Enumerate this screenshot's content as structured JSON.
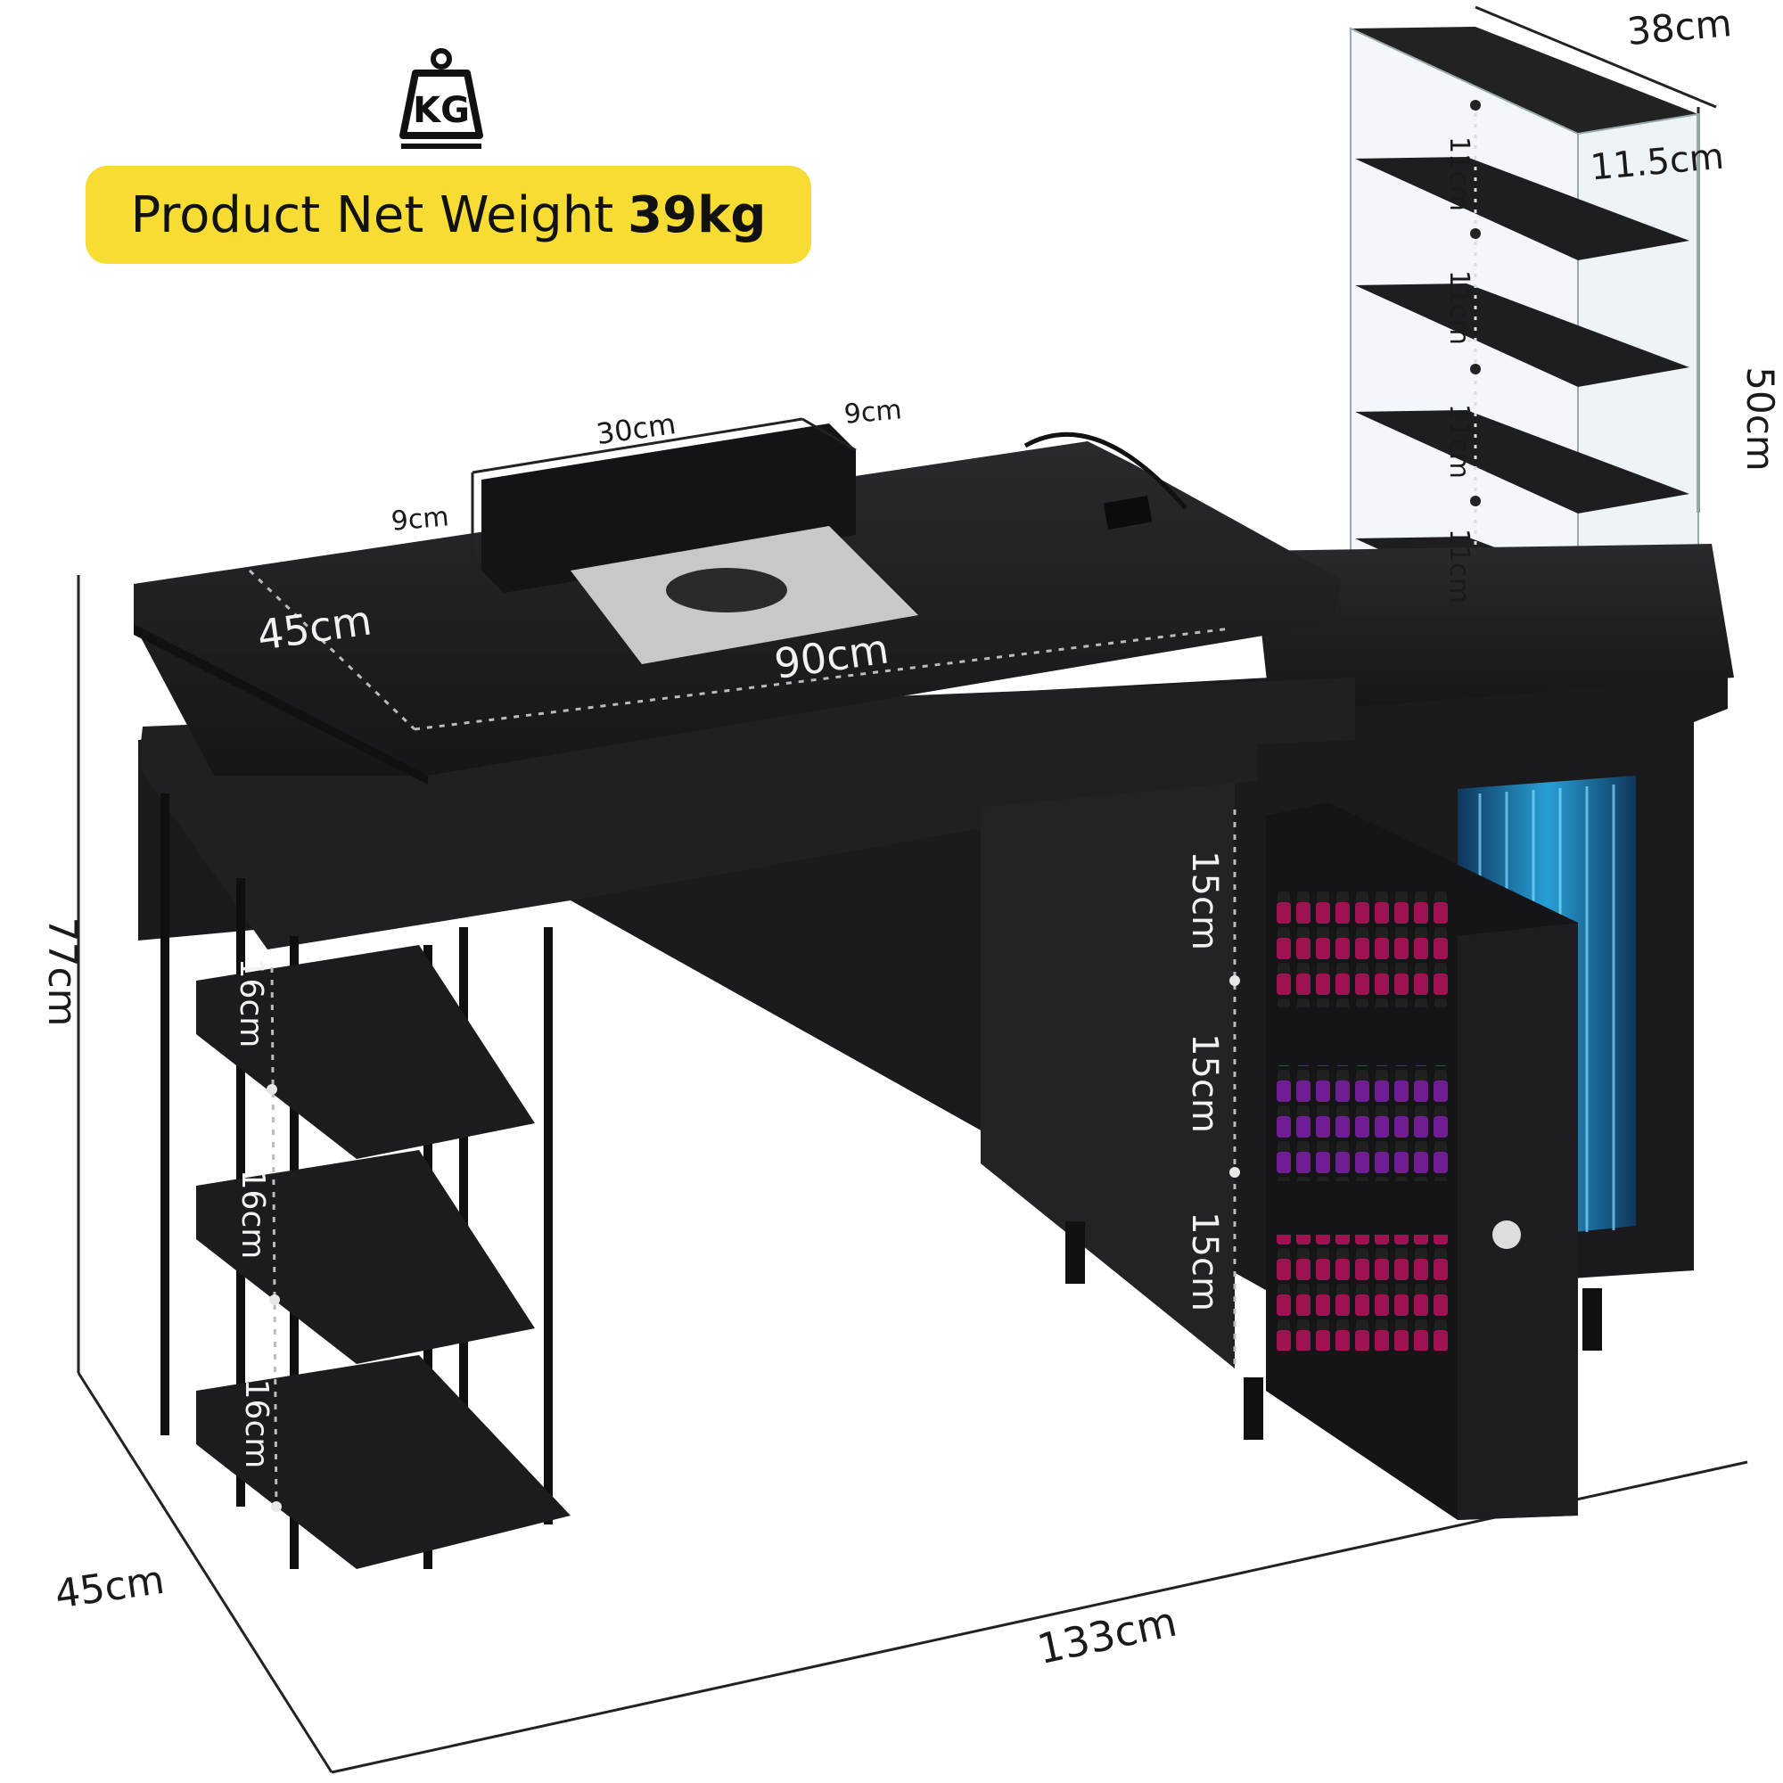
{
  "weight_badge": {
    "label": "Product Net Weight",
    "value": "39kg"
  },
  "kg_icon": {
    "letters": "KG",
    "icon": "weight-scale-icon"
  },
  "dimensions": {
    "overall_height": "77cm",
    "overall_depth": "45cm",
    "overall_width": "133cm",
    "tabletop_depth": "45cm",
    "tabletop_width": "90cm",
    "armrest_length": "30cm",
    "armrest_depth": "9cm",
    "armrest_height": "9cm",
    "tower_depth": "38cm",
    "tower_height": "50cm",
    "tower_shelf_depth": "11.5cm",
    "tower_shelf_gaps": [
      "11cm",
      "11cm",
      "11cm",
      "11cm"
    ],
    "left_shelf_gaps": [
      "16cm",
      "16cm",
      "16cm"
    ],
    "drawer_shelf_gaps": [
      "15cm",
      "15cm",
      "15cm"
    ]
  },
  "colors": {
    "desk": "#1b1b1d",
    "desk_top": "#232326",
    "badge": "#f7dc34",
    "led": "#29b6f6",
    "polish": "#b0135a"
  }
}
